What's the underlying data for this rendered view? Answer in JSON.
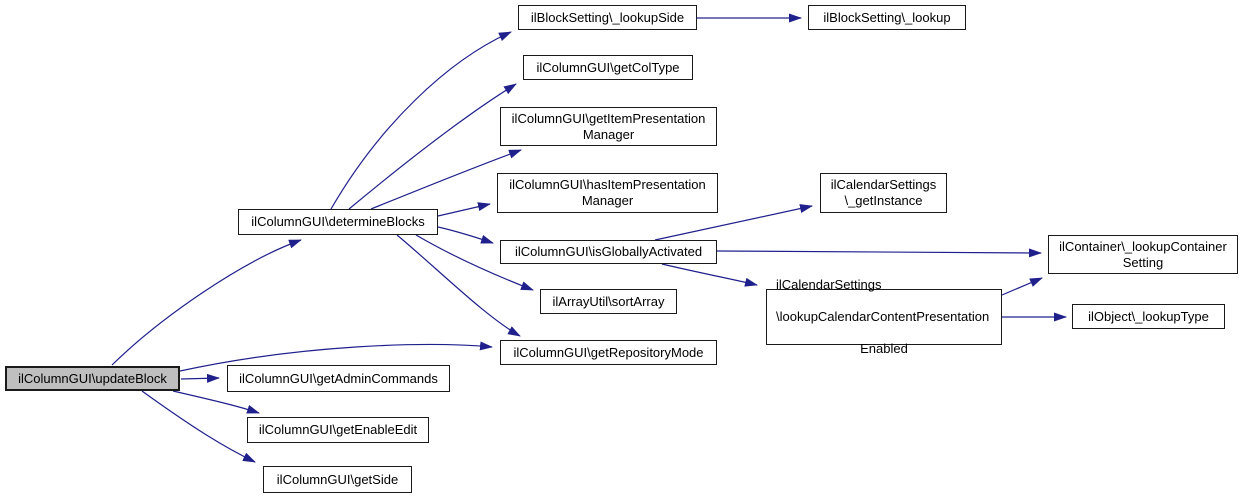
{
  "diagram": {
    "type": "call-graph",
    "colors": {
      "edge": "#20208d",
      "node_border": "#1a1a1a",
      "node_fill": "#ffffff",
      "highlight_fill": "#bfbfbf",
      "text": "#000000",
      "background": "#ffffff"
    },
    "nodes": {
      "updateblock": {
        "label": "ilColumnGUI\\updateBlock",
        "highlighted": true
      },
      "determineblocks": {
        "label": "ilColumnGUI\\determineBlocks"
      },
      "lookupside": {
        "label": "ilBlockSetting\\_lookupSide"
      },
      "lookup": {
        "label": "ilBlockSetting\\_lookup"
      },
      "getcoltype": {
        "label": "ilColumnGUI\\getColType"
      },
      "getitempresentationmanager": {
        "label": "ilColumnGUI\\getItemPresentation\nManager"
      },
      "hasitempresentationmanager": {
        "label": "ilColumnGUI\\hasItemPresentation\nManager"
      },
      "getinstance": {
        "label": "ilCalendarSettings\n\\_getInstance"
      },
      "isgloballyactivated": {
        "label": "ilColumnGUI\\isGloballyActivated"
      },
      "sortarray": {
        "label": "ilArrayUtil\\sortArray"
      },
      "lookupcalendarcontentpresentationenabled": {
        "line1": "ilCalendarSettings",
        "line2": "\\lookupCalendarContentPresentation",
        "line3": "Enabled"
      },
      "getrepositorymode": {
        "label": "ilColumnGUI\\getRepositoryMode"
      },
      "lookupcontainersetting": {
        "label": "ilContainer\\_lookupContainer\nSetting"
      },
      "lookuptype": {
        "label": "ilObject\\_lookupType"
      },
      "getadmincommands": {
        "label": "ilColumnGUI\\getAdminCommands"
      },
      "getenableedit": {
        "label": "ilColumnGUI\\getEnableEdit"
      },
      "getside": {
        "label": "ilColumnGUI\\getSide"
      }
    }
  }
}
